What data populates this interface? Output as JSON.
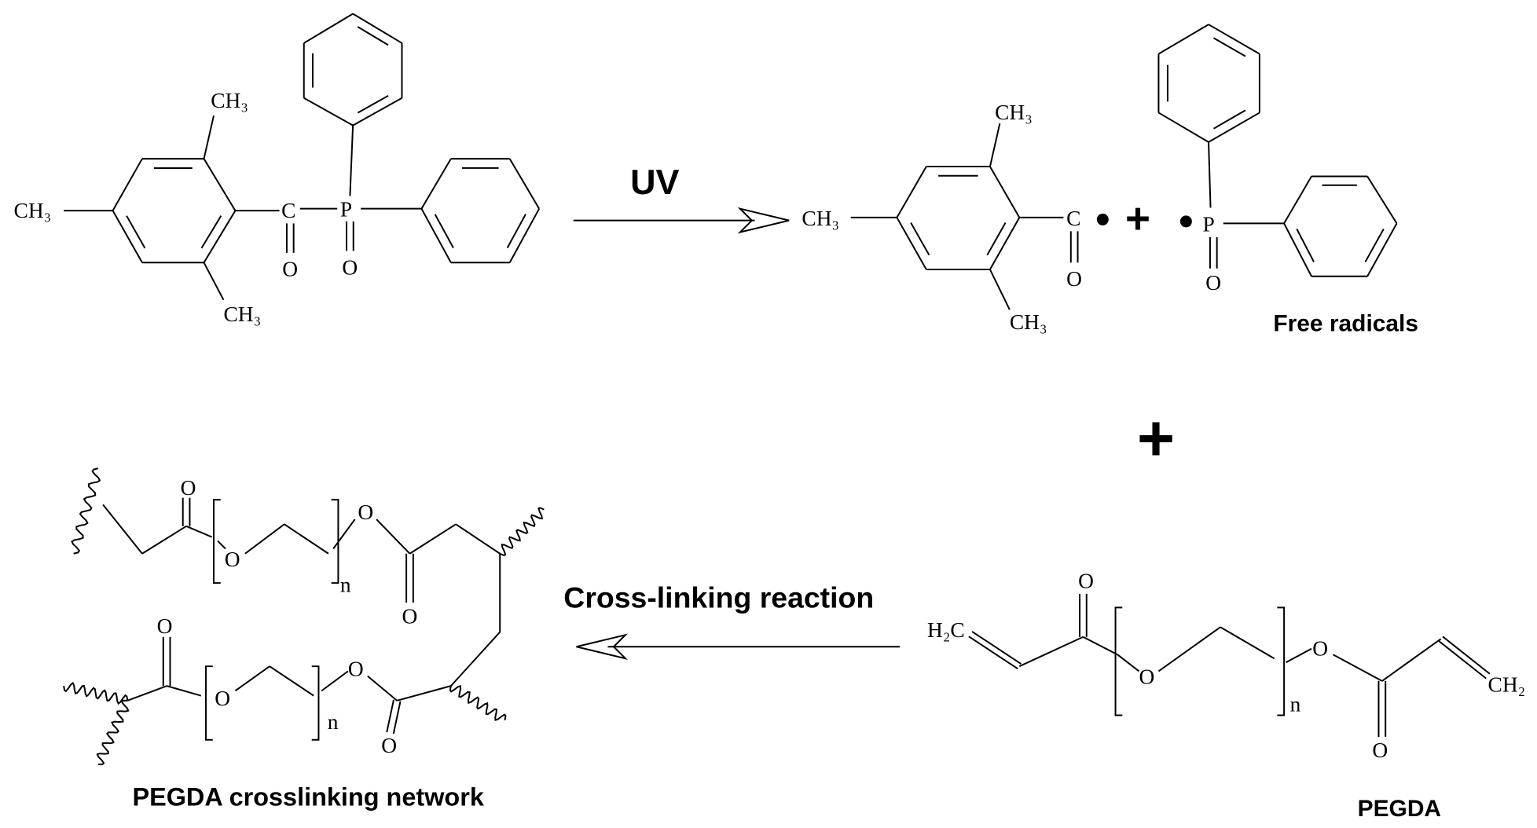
{
  "reagent": {
    "methyl_top": "CH₃",
    "methyl_left": "CH₃",
    "methyl_bottom": "CH₃",
    "carbon": "C",
    "phosphorus": "P",
    "carbonyl_oxygen": "O",
    "phosphoryl_oxygen": "O"
  },
  "uv_arrow": {
    "label": "UV"
  },
  "radicals": {
    "methyl_left": "CH₃",
    "methyl_top": "CH₃",
    "methyl_bottom": "CH₃",
    "carbon": "C",
    "phosphorus": "P",
    "carbonyl_oxygen": "O",
    "phosphoryl_oxygen": "O",
    "plus": "+",
    "caption": "Free radicals"
  },
  "big_plus": "+",
  "pegda": {
    "h2c": "H₂C",
    "ch2": "CH₂",
    "o_carbonyl_left": "O",
    "o_ether": "O",
    "o_ester": "O",
    "o_carbonyl_right": "O",
    "n": "n",
    "caption": "PEGDA"
  },
  "crosslink_arrow": {
    "label": "Cross-linking reaction"
  },
  "network": {
    "top_o_carbonyl1": "O",
    "top_o_ether": "O",
    "top_n": "n",
    "top_o_ester": "O",
    "top_o_carbonyl2": "O",
    "bot_o_carbonyl1": "O",
    "bot_o_ether": "O",
    "bot_n": "n",
    "bot_o_ester": "O",
    "bot_o_carbonyl2": "O",
    "caption": "PEGDA crosslinking network"
  }
}
